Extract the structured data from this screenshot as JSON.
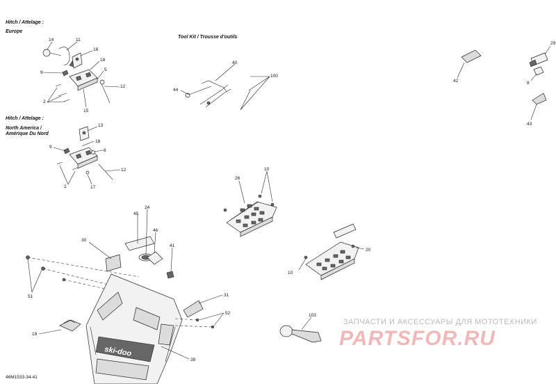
{
  "headers": {
    "hitch_europe_title": "Hitch / Attelage :",
    "hitch_europe_region": "Europe",
    "hitch_na_title": "Hitch / Attelage :",
    "hitch_na_region_line1": "North America /",
    "hitch_na_region_line2": "Amérique Du Nord",
    "toolkit_title": "Tool Kit / Trousse d'outils"
  },
  "callouts": {
    "c14": "14",
    "c11": "11",
    "c16": "16",
    "c18a": "18",
    "c9a": "9",
    "c5": "5",
    "c12a": "12",
    "c2a": "2",
    "c15": "15",
    "c13": "13",
    "c18b": "18",
    "c9b": "9",
    "c6": "6",
    "c12b": "12",
    "c2b": "2",
    "c17": "17",
    "c40": "40",
    "c100": "100",
    "c44": "44",
    "c42": "42",
    "c29": "29",
    "c8": "8",
    "c43": "43",
    "c10a": "10",
    "c26": "26",
    "c20": "20",
    "c10b": "10",
    "c45": "45",
    "c24": "24",
    "c46": "46",
    "c30": "30",
    "c41": "41",
    "c51": "51",
    "c31": "31",
    "c52": "52",
    "c19": "19",
    "c39": "39",
    "c103": "103"
  },
  "panel_brand_text": "ski-doo",
  "watermark": {
    "line1": "ЗАПЧАСТИ И АКСЕССУАРЫ ДЛЯ МОТОТЕХНИКИ",
    "line2": "PARTSFOR.RU"
  },
  "diagram_code": "46M1533-34-41"
}
